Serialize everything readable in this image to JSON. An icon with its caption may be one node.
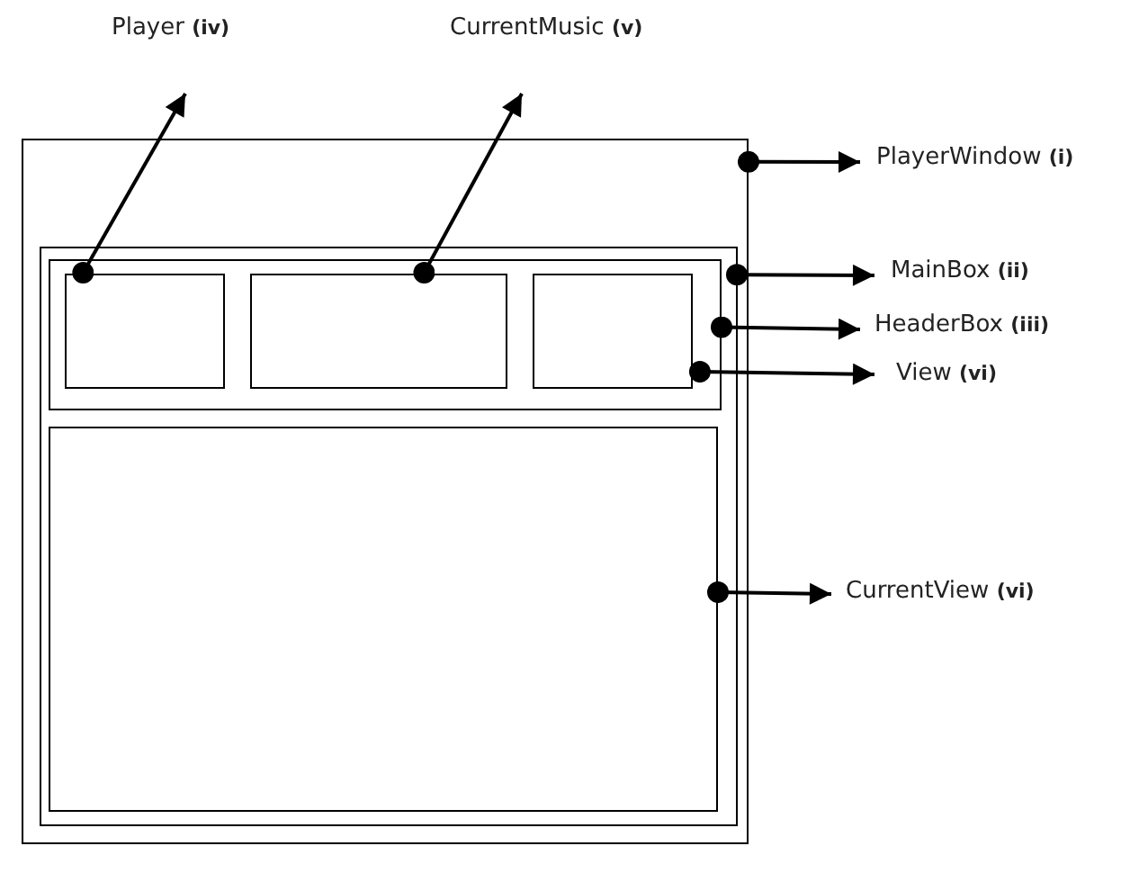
{
  "diagram": {
    "nodes": [
      {
        "text": [],
        "shape": "box"
      },
      {
        "text": [],
        "shape": "box",
        "in": 0
      },
      {
        "text": [],
        "shape": "box",
        "in": 1
      },
      {
        "text": [],
        "shape": "box",
        "in": 2
      },
      {
        "text": [],
        "shape": "box",
        "in": 2
      },
      {
        "text": [],
        "shape": "box",
        "in": 2
      },
      {
        "text": [],
        "shape": "box",
        "in": 1
      },
      {
        "text": [
          "Player **(iv)**"
        ]
      },
      {
        "text": [
          "CurrentMusic **(v)**"
        ]
      },
      {
        "text": [
          "PlayerWindow **(i)**"
        ]
      },
      {
        "text": [
          "MainBox **(ii)**"
        ]
      },
      {
        "text": [
          "HeaderBox **(iii)**"
        ]
      },
      {
        "text": [
          "View **(vi)**"
        ]
      },
      {
        "text": [
          "CurrentView **(vi)**"
        ]
      }
    ],
    "edges": [
      {
        "from": 3,
        "to": 7,
        "arrow": "to"
      },
      {
        "from": 4,
        "to": 8,
        "arrow": "to"
      },
      {
        "from": 0,
        "to": 9,
        "arrow": "to"
      },
      {
        "from": 1,
        "to": 10,
        "arrow": "to"
      },
      {
        "from": 2,
        "to": 11,
        "arrow": "to"
      },
      {
        "from": 5,
        "to": 12,
        "arrow": "to"
      },
      {
        "from": 6,
        "to": 13,
        "arrow": "to"
      }
    ]
  }
}
